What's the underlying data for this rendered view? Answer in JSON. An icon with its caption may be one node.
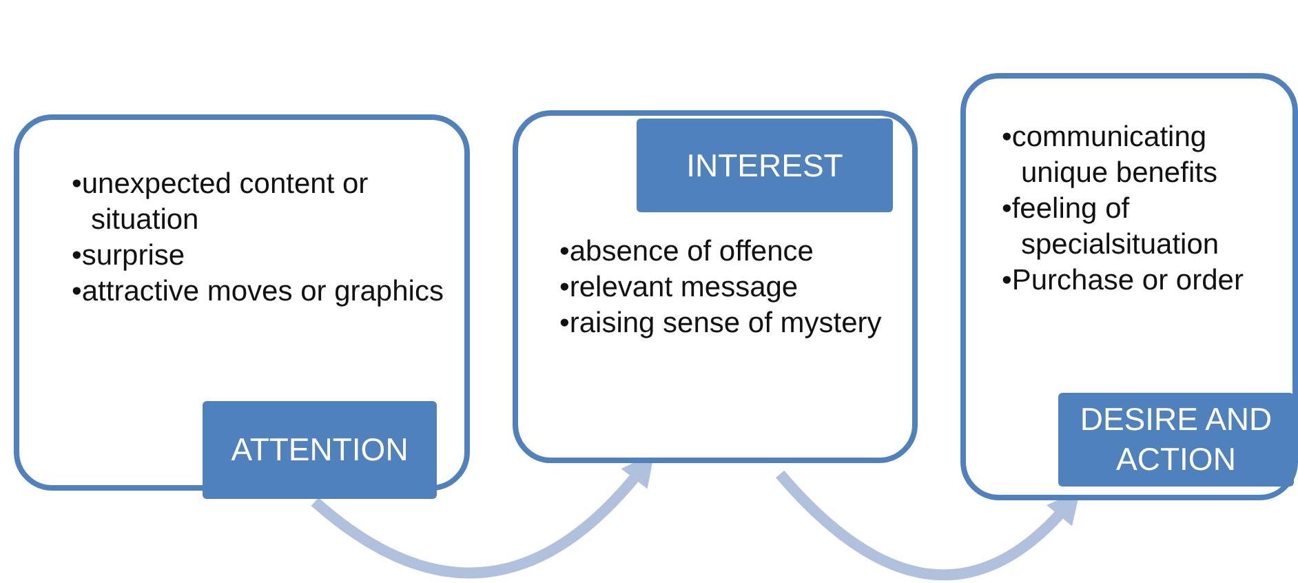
{
  "diagram": {
    "nodes": [
      {
        "text": [
          "•unexpected content or situation",
          "•surprise",
          "•attractive moves or graphics"
        ]
      },
      {
        "text": [
          "ATTENTION"
        ],
        "in": 0
      },
      {
        "text": [
          "•absence of offence",
          "•relevant message",
          "•raising sense of mystery"
        ]
      },
      {
        "text": [
          "INTEREST"
        ],
        "in": 2
      },
      {
        "text": [
          "•communicating unique benefits",
          "•feeling of specialsituation",
          "•Purchase or order"
        ]
      },
      {
        "text": [
          "DESIRE AND ACTION"
        ],
        "in": 4
      }
    ],
    "edges": [
      {
        "from": 0,
        "to": 2,
        "arrow": "to"
      },
      {
        "from": 2,
        "to": 4,
        "arrow": "to"
      }
    ]
  }
}
